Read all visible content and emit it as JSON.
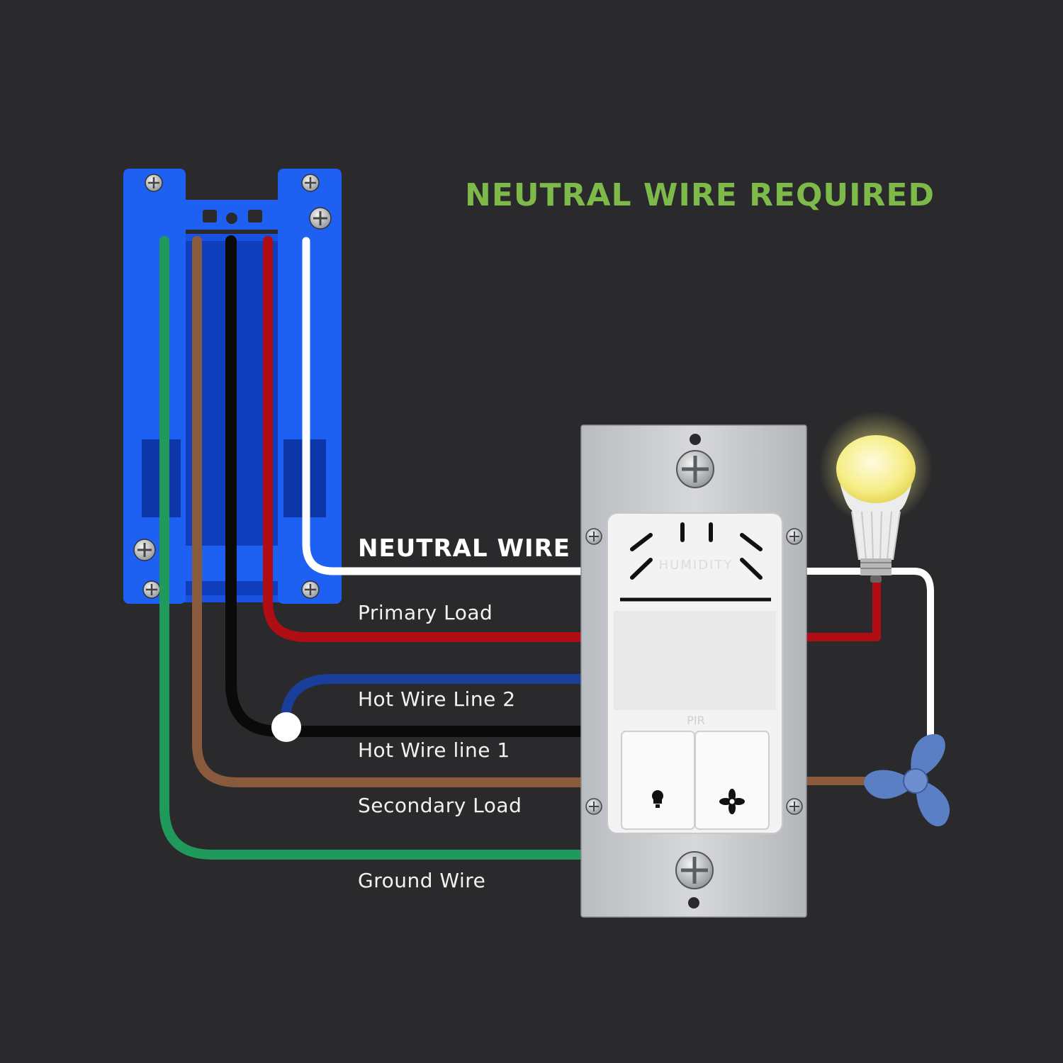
{
  "title": "NEUTRAL WIRE REQUIRED",
  "colors": {
    "background": "#2a2a2d",
    "title": "#7dba4a",
    "box_blue": "#1f5ff0",
    "neutral": "#ffffff",
    "primary_load": "#b00e14",
    "hot_line_2": "#1a3f9a",
    "hot_line_1": "#0a0a0a",
    "secondary_load": "#8a5a3c",
    "ground": "#1f9a5a",
    "fan": "#5a7fc4",
    "bulb": "#f4ec7a"
  },
  "wires": {
    "neutral": "NEUTRAL WIRE",
    "primary_load": "Primary Load",
    "hot_line_2": "Hot Wire Line 2",
    "hot_line_1": "Hot Wire line 1",
    "secondary_load": "Secondary Load",
    "ground": "Ground Wire"
  },
  "switch": {
    "sensor_label": "HUMIDITY",
    "pir_label": "PIR",
    "left_button_icon": "lightbulb-icon",
    "right_button_icon": "fan-icon"
  },
  "loads": {
    "light_icon": "lightbulb-icon",
    "fan_icon": "fan-icon"
  }
}
